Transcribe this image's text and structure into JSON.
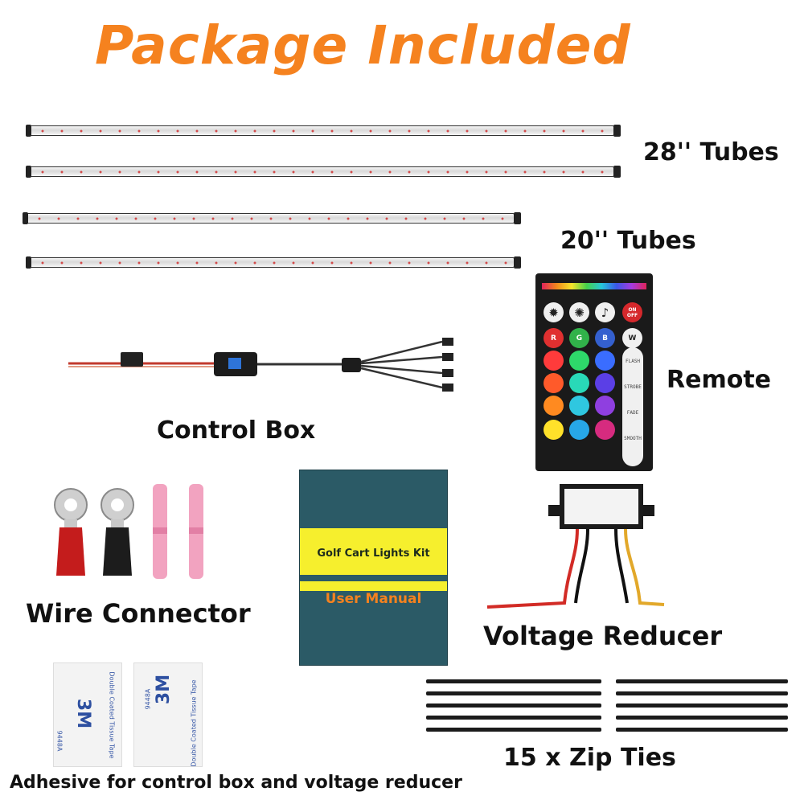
{
  "title": "Package Included",
  "labels": {
    "tubes_28": "28'' Tubes",
    "tubes_20": "20'' Tubes",
    "remote": "Remote",
    "control_box": "Control Box",
    "wire_connector": "Wire Connector",
    "voltage_reducer": "Voltage Reducer",
    "zip_ties": "15 x Zip Ties",
    "adhesive": "Adhesive for control box and voltage reducer"
  },
  "manual": {
    "title": "Golf Cart Lights Kit",
    "subtitle": "User Manual"
  },
  "remote": {
    "on_off": "ON OFF",
    "row_labels": [
      "R",
      "G",
      "B",
      "W"
    ],
    "side_labels": [
      "FLASH",
      "STROBE",
      "FADE",
      "SMOOTH"
    ]
  },
  "tape": {
    "brand": "3M",
    "model": "9448A",
    "desc": "Double Coated Tissue Tape"
  },
  "colors": {
    "accent": "#f5821f",
    "manual_bg": "#2b5a66",
    "manual_band": "#f6ef2d"
  }
}
